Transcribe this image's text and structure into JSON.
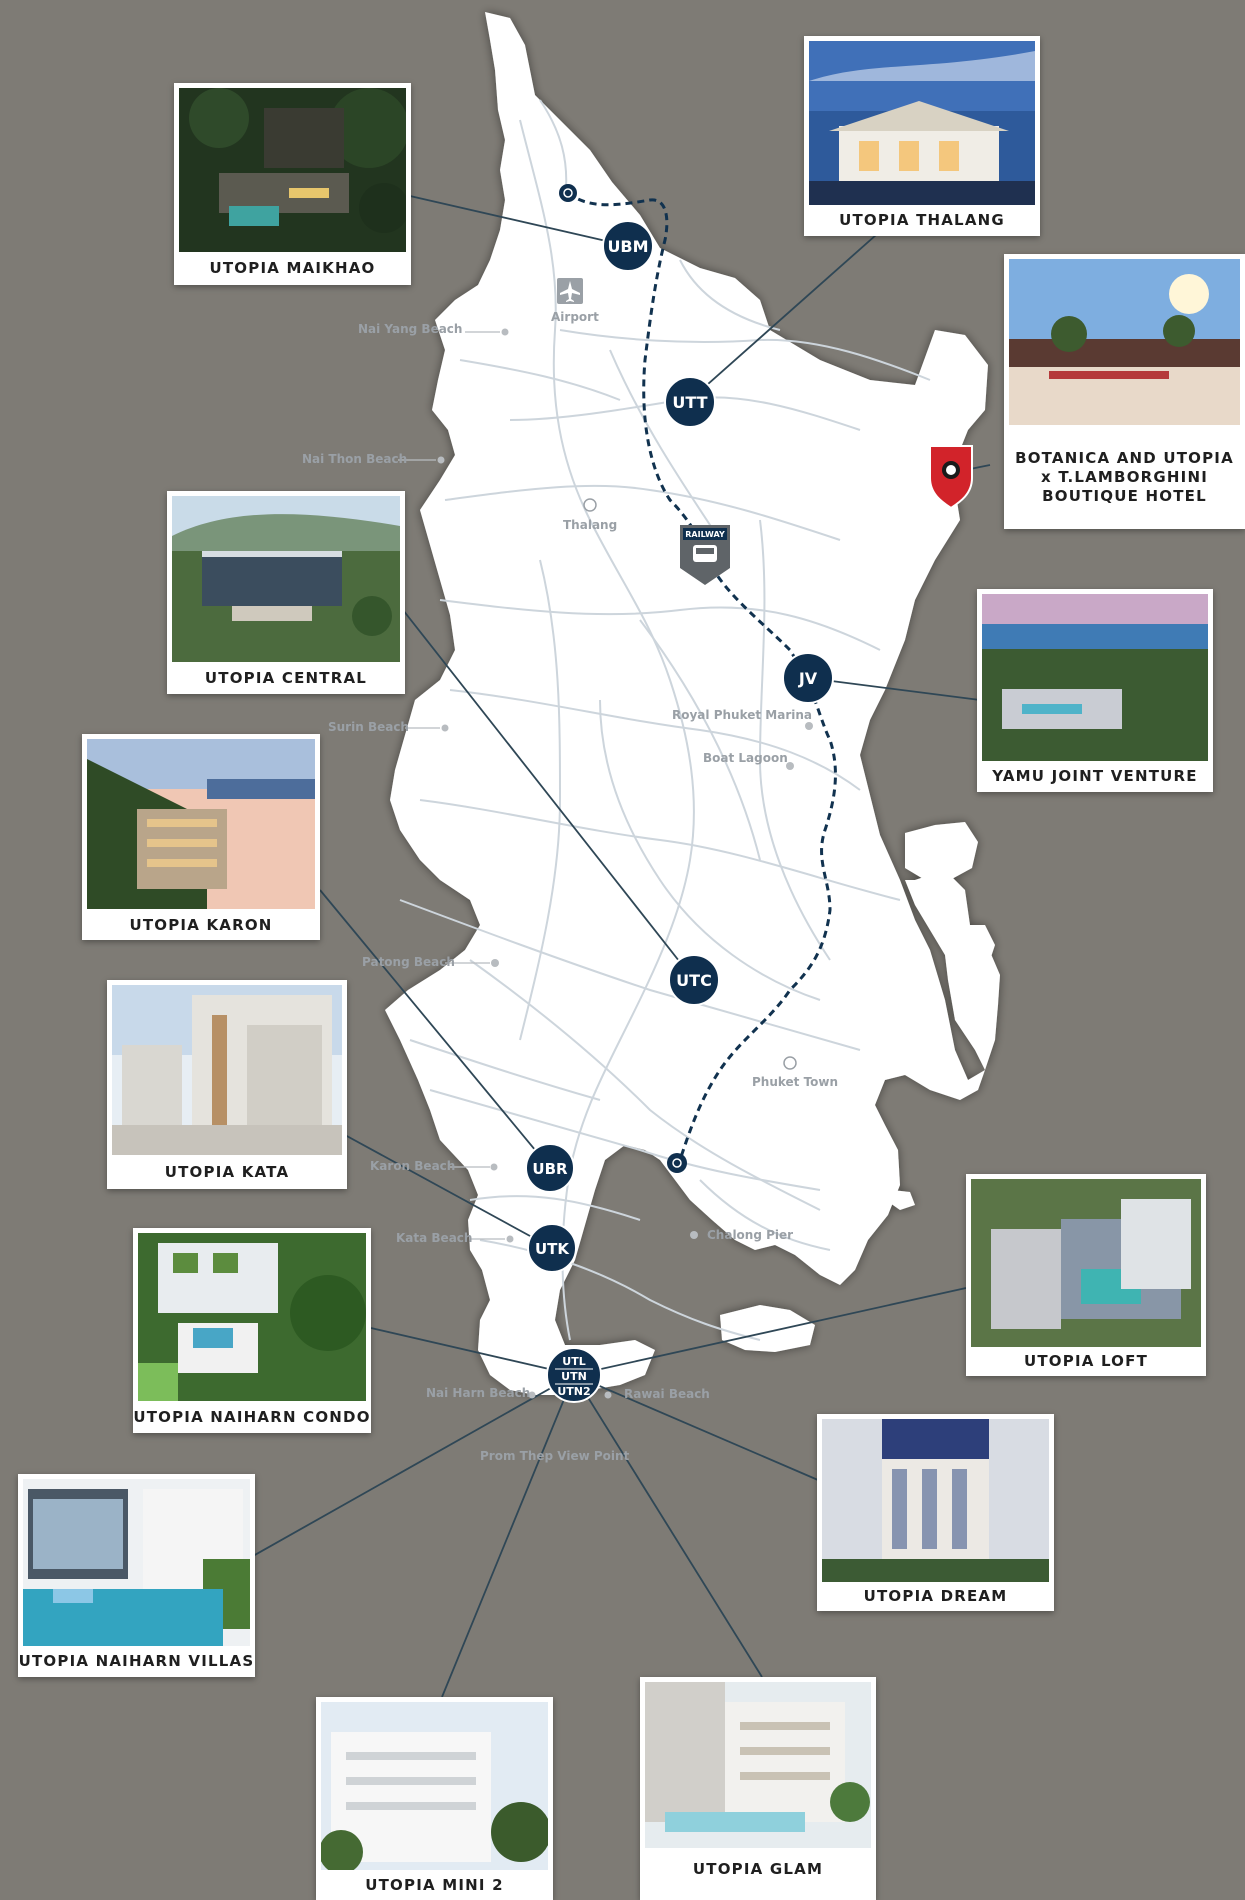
{
  "markers": {
    "ubm": "UBM",
    "utt": "UTT",
    "jv": "JV",
    "utc": "UTC",
    "ubr": "UBR",
    "utk": "UTK",
    "utl": "UTL",
    "utn": "UTN",
    "utn2": "UTN2"
  },
  "places": {
    "airport": "Airport",
    "railway": "RAILWAY",
    "nai_yang": "Nai Yang Beach",
    "nai_thon": "Nai Thon Beach",
    "thalang": "Thalang",
    "royal_marina": "Royal Phuket Marina",
    "boat_lagoon": "Boat Lagoon",
    "surin": "Surin Beach",
    "patong": "Patong Beach",
    "phuket_town": "Phuket Town",
    "karon": "Karon Beach",
    "kata": "Kata Beach",
    "chalong": "Chalong Pier",
    "nai_harn": "Nai Harn Beach",
    "rawai": "Rawai Beach",
    "promthep": "Prom Thep View Point"
  },
  "properties": {
    "maikhao": "UTOPIA MAIKHAO",
    "thalang": "UTOPIA THALANG",
    "botanica": "BOTANICA AND UTOPIA x T.LAMBORGHINI BOUTIQUE HOTEL",
    "central": "UTOPIA CENTRAL",
    "yamu": "YAMU JOINT VENTURE",
    "karon": "UTOPIA KARON",
    "kata": "UTOPIA KATA",
    "naiharn_condo": "UTOPIA NAIHARN CONDO",
    "loft": "UTOPIA LOFT",
    "dream": "UTOPIA DREAM",
    "naiharn_villas": "UTOPIA NAIHARN VILLAS",
    "mini2": "UTOPIA MINI 2",
    "glam": "UTOPIA GLAM"
  },
  "colors": {
    "background": "#7e7b75",
    "island": "#ffffff",
    "roads": "#cdd5dc",
    "marker": "#0f2f4e",
    "connector": "#2f4756",
    "lamborghini": "#d2232a"
  }
}
